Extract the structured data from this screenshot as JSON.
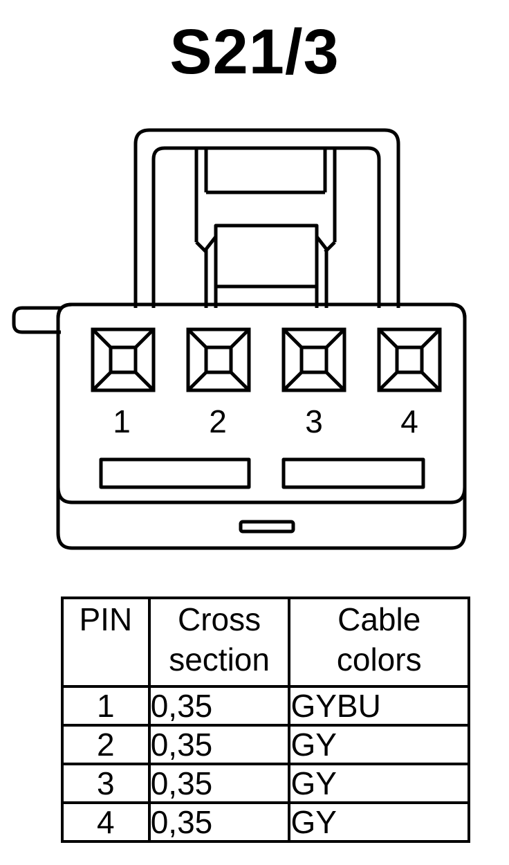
{
  "connector": {
    "title": "S21/3",
    "pins": [
      {
        "pin": "1"
      },
      {
        "pin": "2"
      },
      {
        "pin": "3"
      },
      {
        "pin": "4"
      }
    ]
  },
  "table": {
    "headers": {
      "pin": "PIN",
      "cross_line1": "Cross",
      "cross_line2": "section",
      "cable_line1": "Cable",
      "cable_line2": "colors"
    },
    "rows": [
      {
        "pin": "1",
        "cross_section": "0,35",
        "color": "GYBU"
      },
      {
        "pin": "2",
        "cross_section": "0,35",
        "color": "GY"
      },
      {
        "pin": "3",
        "cross_section": "0,35",
        "color": "GY"
      },
      {
        "pin": "4",
        "cross_section": "0,35",
        "color": "GY"
      }
    ]
  }
}
